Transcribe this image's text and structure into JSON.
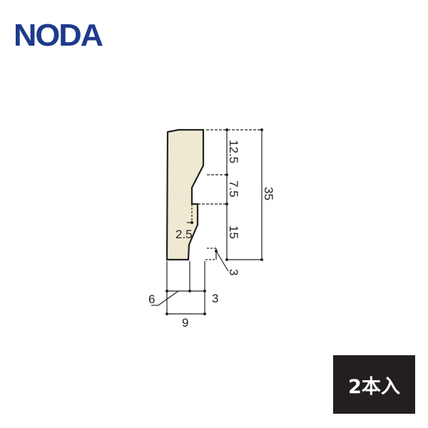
{
  "logo": {
    "text": "NODA",
    "color": "#1e3b8c"
  },
  "diagram": {
    "profile_fill": "#efe9d2",
    "stroke_color": "#222222",
    "dimensions": {
      "total_height": "35",
      "top_segment": "12.5",
      "middle_segment": "7.5",
      "lower_segment": "15",
      "groove_depth": "2.5",
      "bottom_offset": "3",
      "base_width": "6",
      "base_right": "3",
      "overall_width": "9"
    }
  },
  "badge": {
    "text": "2本入",
    "background": "#231f1f"
  }
}
